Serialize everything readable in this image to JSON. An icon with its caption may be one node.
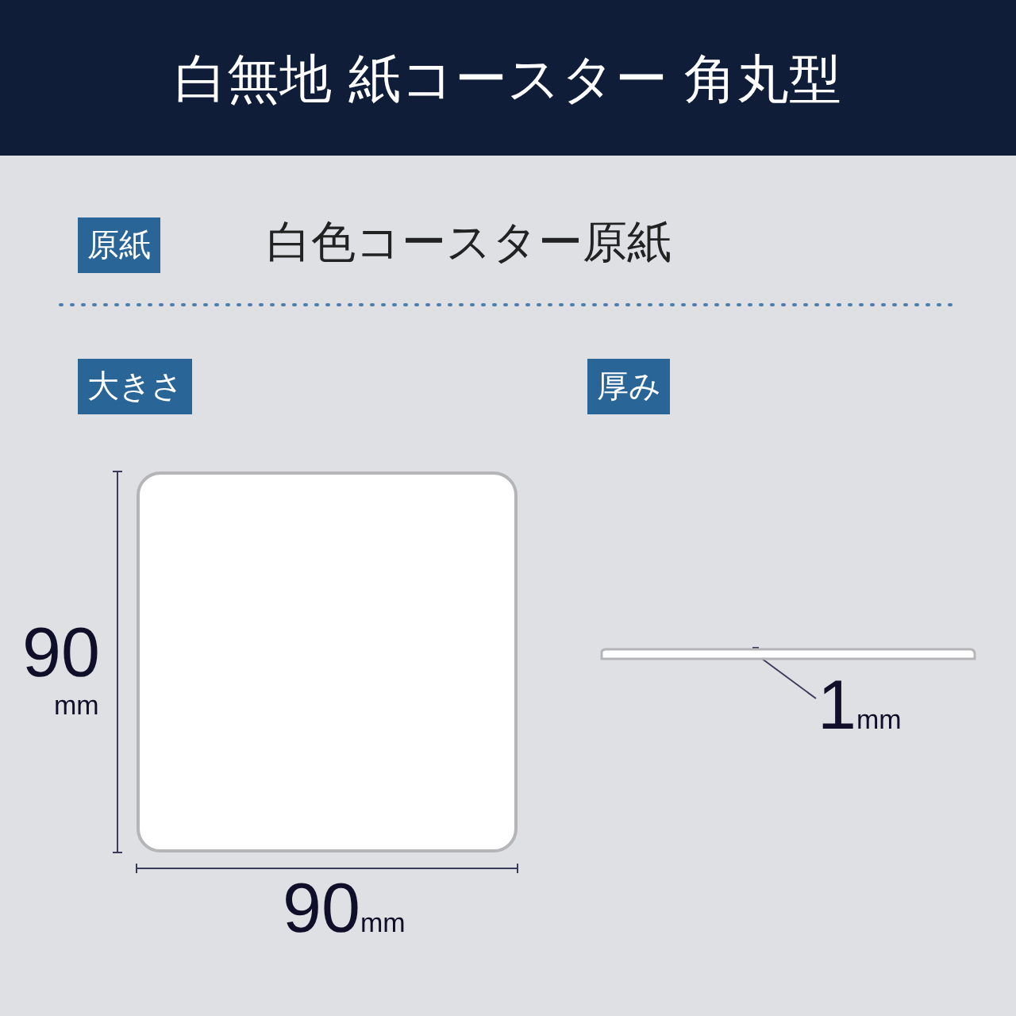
{
  "diagram": {
    "title": "白無地 紙コースター 角丸型",
    "nodes": [
      {
        "text": [
          "原紙"
        ],
        "beside": [
          "白色コースター原紙"
        ]
      },
      {
        "text": [
          "大きさ"
        ]
      },
      {
        "text": [
          "厚み"
        ]
      },
      {
        "text": [],
        "shape": "box"
      },
      {
        "text": [],
        "shape": "bar"
      },
      {
        "text": [
          "1mm"
        ]
      }
    ],
    "edges": [
      {
        "from": 5,
        "to": 4,
        "arrow": "none"
      }
    ],
    "labels": [
      "90mm",
      "90mm"
    ]
  }
}
